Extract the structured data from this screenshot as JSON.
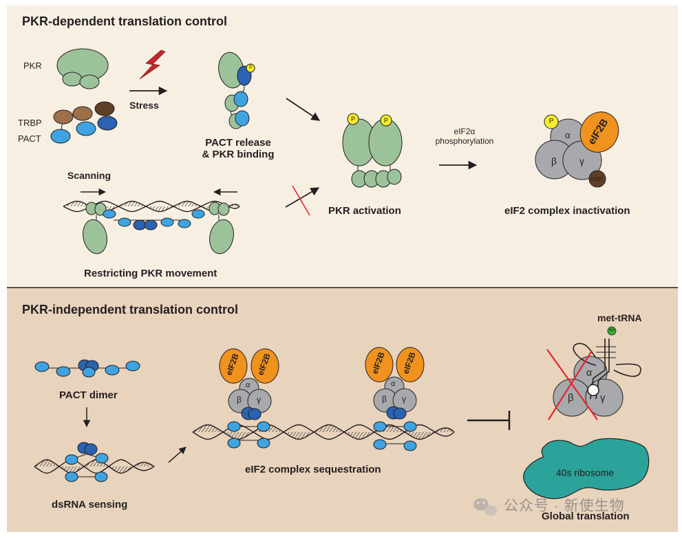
{
  "colors": {
    "top_panel": "#f6efe2",
    "bottom_panel": "#e8d3bc",
    "pkr_green": "#9cc29a",
    "pact_light_blue": "#3ea3e0",
    "pact_dark_blue": "#2a63b1",
    "trbp_brown": "#9c7048",
    "trbp_dark_brown": "#5e4027",
    "eif2b_orange": "#f0921e",
    "eif2_grey": "#a7a9ac",
    "phospho_yellow": "#f5ec2a",
    "ribosome_teal": "#2ba39a",
    "stress_red": "#c1272d",
    "inhibit_red": "#e3262f",
    "met_green": "#3aaa35"
  },
  "top": {
    "title": "PKR-dependent translation control",
    "pkr_label": "PKR",
    "trbp_label": "TRBP",
    "pact_label": "PACT",
    "stress_label": "Stress",
    "s_badge": "S",
    "release_line1": "PACT release",
    "release_line2": "& PKR binding",
    "p_badge": "P",
    "activation_label": "PKR activation",
    "phos_line1": "eIF2α",
    "phos_line2": "phosphorylation",
    "alpha": "α",
    "beta": "β",
    "gamma": "γ",
    "eif2b_label": "eIF2B",
    "gdp_label": "GDP",
    "inactivation_label": "eIF2 complex inactivation",
    "scanning_label": "Scanning",
    "restricting_label": "Restricting PKR movement"
  },
  "bottom": {
    "title": "PKR-independent translation control",
    "pact_dimer_label": "PACT dimer",
    "dsrna_label": "dsRNA sensing",
    "eif2b_label": "eIF2B",
    "alpha": "α",
    "beta": "β",
    "gamma": "γ",
    "sequestration_label": "eIF2 complex sequestration",
    "met_trna_label": "met-tRNA",
    "met_label": "Met",
    "ribosome_label": "40s ribosome",
    "global_label": "Global translation"
  },
  "watermark": {
    "icon": "wechat-icon",
    "text": "公众号 · 新使生物"
  }
}
